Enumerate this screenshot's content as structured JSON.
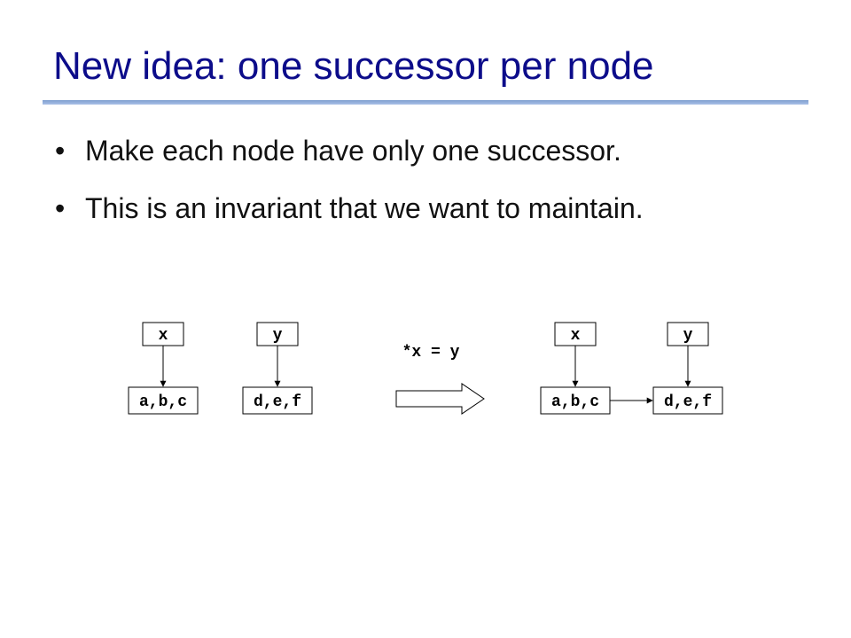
{
  "title": "New idea: one successor per node",
  "bullets": [
    "Make each node have only one successor.",
    "This is an invariant that we want to maintain."
  ],
  "bullet_glyph": "•",
  "diagram": {
    "before": {
      "var_x": "x",
      "var_y": "y",
      "node_x": "a,b,c",
      "node_y": "d,e,f"
    },
    "operation": "*x = y",
    "after": {
      "var_x": "x",
      "var_y": "y",
      "node_x": "a,b,c",
      "node_y": "d,e,f"
    }
  }
}
